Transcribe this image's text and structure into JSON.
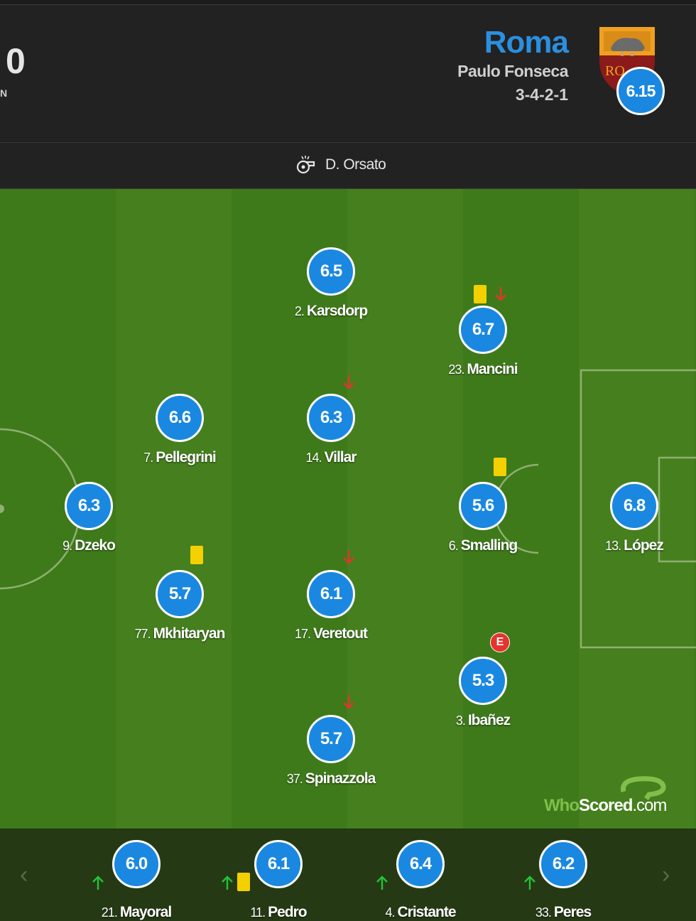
{
  "header": {
    "score": "0",
    "home_fragment": "N",
    "team": "Roma",
    "manager": "Paulo Fonseca",
    "formation": "3-4-2-1",
    "team_rating": "6.15",
    "crest_text": "RO"
  },
  "referee": {
    "name": "D. Orsato"
  },
  "players": [
    {
      "id": "karsdorp",
      "number": "2.",
      "name": "Karsdorp",
      "rating": "6.5"
    },
    {
      "id": "mancini",
      "number": "23.",
      "name": "Mancini",
      "rating": "6.7"
    },
    {
      "id": "pellegrini",
      "number": "7.",
      "name": "Pellegrini",
      "rating": "6.6"
    },
    {
      "id": "villar",
      "number": "14.",
      "name": "Villar",
      "rating": "6.3"
    },
    {
      "id": "dzeko",
      "number": "9.",
      "name": "Dzeko",
      "rating": "6.3"
    },
    {
      "id": "smalling",
      "number": "6.",
      "name": "Smalling",
      "rating": "5.6"
    },
    {
      "id": "lopez",
      "number": "13.",
      "name": "López",
      "rating": "6.8"
    },
    {
      "id": "mkhitaryan",
      "number": "77.",
      "name": "Mkhitaryan",
      "rating": "5.7"
    },
    {
      "id": "veretout",
      "number": "17.",
      "name": "Veretout",
      "rating": "6.1"
    },
    {
      "id": "ibanez",
      "number": "3.",
      "name": "Ibañez",
      "rating": "5.3"
    },
    {
      "id": "spinazzola",
      "number": "37.",
      "name": "Spinazzola",
      "rating": "5.7"
    }
  ],
  "events": {
    "error_label": "E"
  },
  "bench": [
    {
      "id": "mayoral",
      "number": "21.",
      "name": "Mayoral",
      "rating": "6.0"
    },
    {
      "id": "pedro",
      "number": "11.",
      "name": "Pedro",
      "rating": "6.1"
    },
    {
      "id": "cristante",
      "number": "4.",
      "name": "Cristante",
      "rating": "6.4"
    },
    {
      "id": "peres",
      "number": "33.",
      "name": "Peres",
      "rating": "6.2"
    }
  ],
  "watermark": {
    "who": "Who",
    "scored": "Scored",
    "com": ".com"
  },
  "nav": {
    "prev": "‹",
    "next": "›"
  },
  "colors": {
    "rating_blue": "#1a88e0",
    "team_blue": "#2b8fdf",
    "yellow_card": "#f4d000",
    "sub_off_arrow": "#e5342c",
    "sub_on_arrow": "#22c43a"
  }
}
